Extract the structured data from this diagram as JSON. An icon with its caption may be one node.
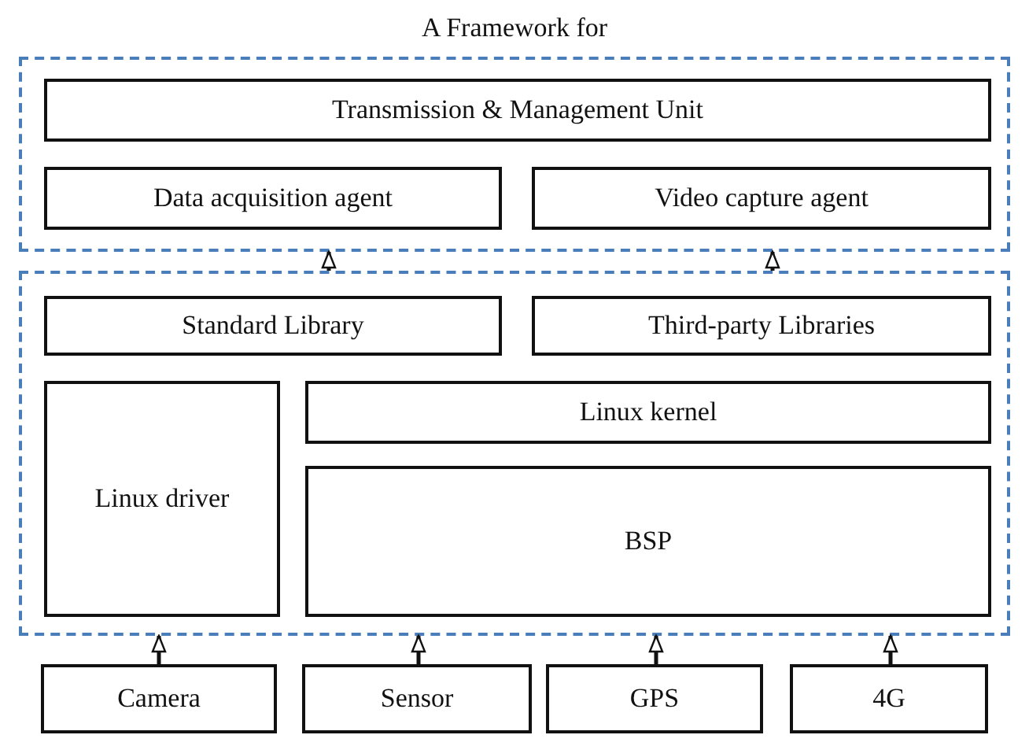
{
  "diagram": {
    "title": "A Framework for",
    "nodes": [
      {
        "text": [],
        "shape": "box"
      },
      {
        "text": [
          "Transmission & Management Unit"
        ],
        "in": 0
      },
      {
        "text": [
          "Data acquisition agent"
        ],
        "in": 0
      },
      {
        "text": [
          "Video capture agent"
        ],
        "in": 0
      },
      {
        "text": [],
        "shape": "box"
      },
      {
        "text": [
          "Standard Library"
        ],
        "in": 4
      },
      {
        "text": [
          "Third-party Libraries"
        ],
        "in": 4
      },
      {
        "text": [
          "Linux driver"
        ],
        "in": 4
      },
      {
        "text": [
          "Linux kernel"
        ],
        "in": 4
      },
      {
        "text": [
          "BSP"
        ],
        "in": 4
      },
      {
        "text": [
          "Camera"
        ]
      },
      {
        "text": [
          "Sensor"
        ]
      },
      {
        "text": [
          "GPS"
        ]
      },
      {
        "text": [
          "4G"
        ]
      }
    ],
    "edges": [
      {
        "from": 4,
        "to": 0,
        "arrow": "to"
      },
      {
        "from": 4,
        "to": 0,
        "arrow": "to"
      },
      {
        "from": 10,
        "to": 4,
        "arrow": "to"
      },
      {
        "from": 11,
        "to": 4,
        "arrow": "to"
      },
      {
        "from": 12,
        "to": 4,
        "arrow": "to"
      },
      {
        "from": 13,
        "to": 4,
        "arrow": "to"
      }
    ]
  }
}
